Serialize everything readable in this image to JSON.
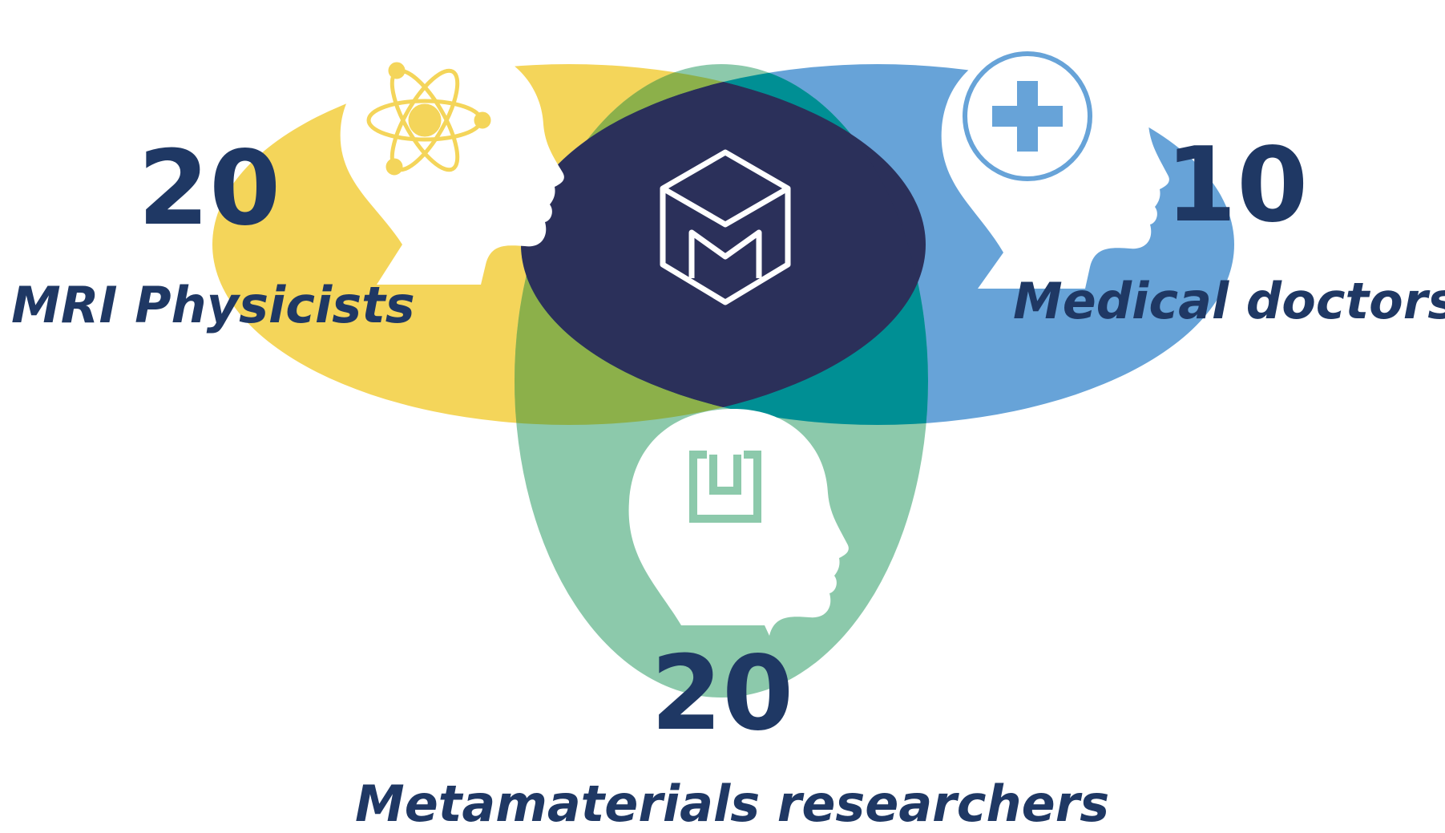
{
  "groups": [
    {
      "id": "physicists",
      "count": "20",
      "label": "MRI Physicists",
      "color": "#f4d55a",
      "icon": "atom-icon"
    },
    {
      "id": "doctors",
      "count": "10",
      "label": "Medical doctors",
      "color": "#67a3d8",
      "icon": "medical-cross-icon"
    },
    {
      "id": "metamaterials",
      "count": "20",
      "label": "Metamaterials researchers",
      "color": "#8cc9ab",
      "icon": "metamaterial-resonator-icon"
    }
  ],
  "overlap_colors": {
    "physicists_metamaterials": "#8cb04a",
    "doctors_metamaterials": "#008f94",
    "center": "#2b305a"
  },
  "center_icon": "cube-m-logo-icon",
  "text_color": "#1f3864"
}
